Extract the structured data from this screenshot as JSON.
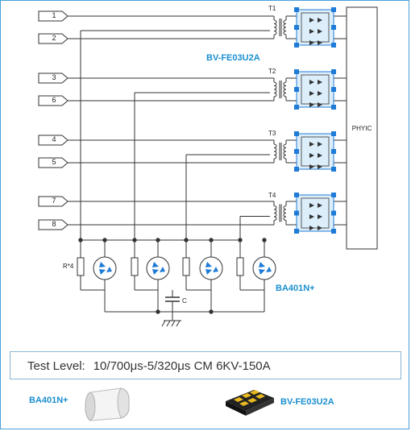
{
  "pins": [
    "1",
    "2",
    "3",
    "6",
    "4",
    "5",
    "7",
    "8"
  ],
  "transformers": [
    "T1",
    "T2",
    "T3",
    "T4"
  ],
  "phy_label": "PHYIC",
  "resistor_label": "R*4",
  "capacitor_label": "C",
  "tvs_array_label": "BV-FE03U2A",
  "gdt_label": "BA401N+",
  "test_level": {
    "label": "Test Level:",
    "value": "10/700μs-5/320μs  CM 6KV-150A"
  },
  "legend": {
    "gdt_label": "BA401N+",
    "tvs_label": "BV-FE03U2A"
  },
  "colors": {
    "accent_blue": "#1a8fd0",
    "frame_blue": "#4a9fd8",
    "array_fill": "#dceefa",
    "device_blue": "#1f7bd6"
  }
}
